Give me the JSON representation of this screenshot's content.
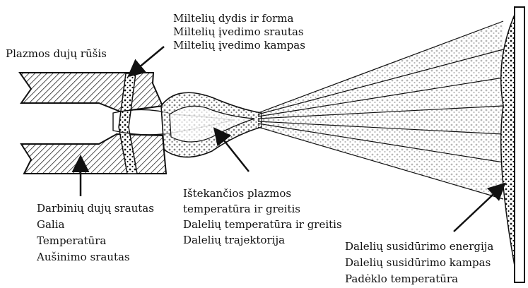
{
  "diagram": {
    "nozzle_label": "Plazmos dujų rūšis",
    "powder_labels": [
      "Miltelių dydis ir forma",
      "Miltelių įvedimo srautas",
      "Miltelių įvedimo kampas"
    ],
    "gas_labels": [
      "Darbinių dujų srautas",
      "Galia",
      "Temperatūra",
      "Aušinimo srautas"
    ],
    "plasma_labels": [
      "Ištekančios plazmos",
      "temperatūra ir greitis",
      "Dalelių temperatūra ir greitis",
      "Dalelių trajektorija"
    ],
    "impact_labels": [
      "Dalelių susidūrimo energija",
      "Dalelių susidūrimo kampas",
      "Padėklo temperatūra"
    ]
  },
  "colors": {
    "ink": "#111111",
    "background": "#ffffff"
  }
}
